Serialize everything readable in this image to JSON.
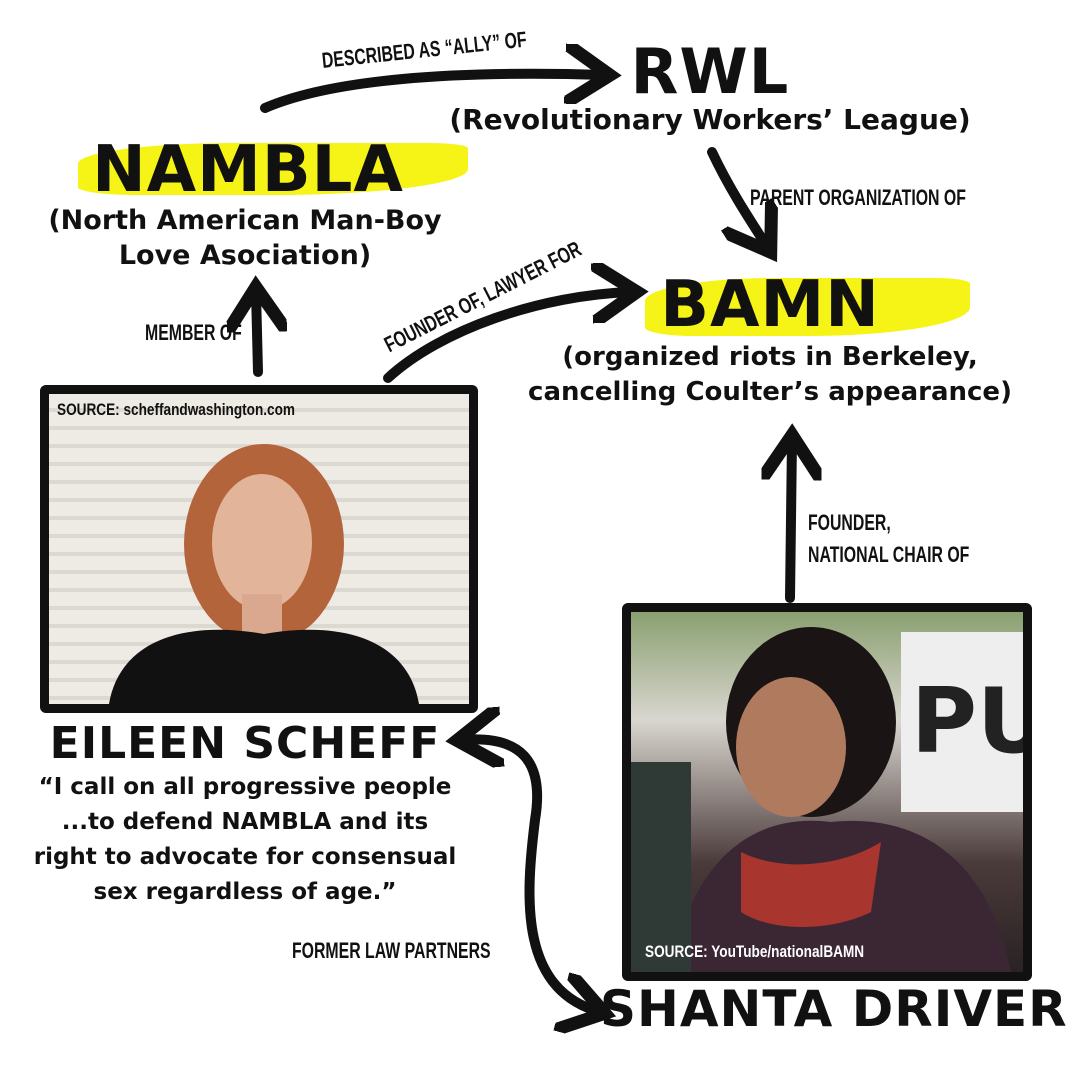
{
  "nodes": {
    "rwl": {
      "title": "RWL",
      "subtitle": "(Revolutionary Workers’ League)"
    },
    "nambla": {
      "title": "NAMBLA",
      "subtitle_lines": [
        "(North American Man-Boy",
        "Love Asociation)"
      ]
    },
    "bamn": {
      "title": "BAMN",
      "subtitle_lines": [
        "(organized riots in Berkeley,",
        "cancelling Coulter’s appearance)"
      ]
    },
    "eileen": {
      "name": "EILEEN SCHEFF",
      "source": "SOURCE: scheffandwashington.com",
      "quote_lines": [
        "“I call on all progressive people",
        "...to defend NAMBLA and its",
        "right to advocate for consensual",
        "sex regardless of age.”"
      ]
    },
    "shanta": {
      "name": "SHANTA DRIVER",
      "source": "SOURCE: YouTube/nationalBAMN"
    }
  },
  "edges": {
    "ally": "DESCRIBED AS “ALLY” OF",
    "parent": "PARENT ORGANIZATION OF",
    "member": "MEMBER OF",
    "founder_lawyer": "FOUNDER OF, LAWYER FOR",
    "founder_chair_lines": [
      "FOUNDER,",
      "NATIONAL CHAIR OF"
    ],
    "partners": "FORMER LAW PARTNERS"
  },
  "colors": {
    "highlight": "#f6f316",
    "ink": "#111111"
  }
}
